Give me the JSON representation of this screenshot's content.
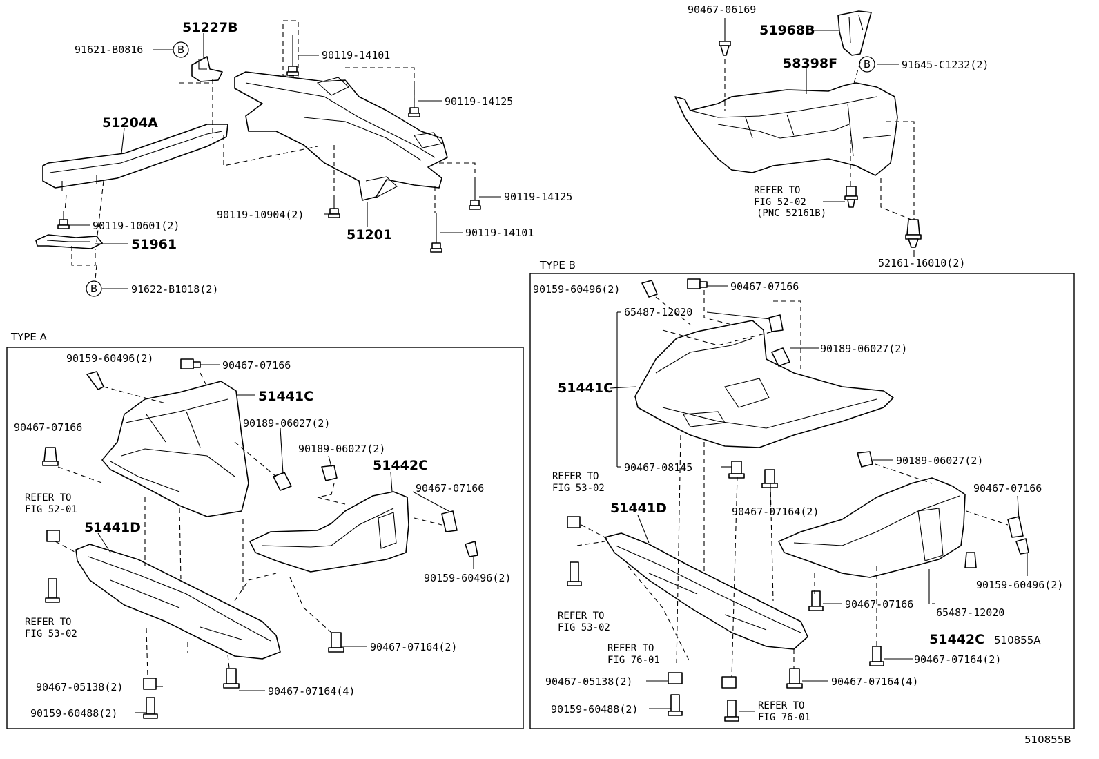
{
  "labels": {
    "p_51227B": "51227B",
    "p_91621_B0816": "91621-B0816",
    "p_90119_14101_a": "90119-14101",
    "p_90119_14125_a": "90119-14125",
    "p_51204A": "51204A",
    "p_90119_10904": "90119-10904(2)",
    "p_51201": "51201",
    "p_90119_14125_b": "90119-14125",
    "p_90119_10601": "90119-10601(2)",
    "p_90119_14101_b": "90119-14101",
    "p_51961": "51961",
    "p_91622_B1018": "91622-B1018(2)",
    "p_90467_06169": "90467-06169",
    "p_51968B": "51968B",
    "p_91645_C1232": "91645-C1232(2)",
    "p_58398F": "58398F",
    "p_52161_16010": "52161-16010(2)",
    "a_90159_60496_top": "90159-60496(2)",
    "a_90467_07166_top": "90467-07166",
    "a_51441C": "51441C",
    "a_90467_07166_left": "90467-07166",
    "a_90189_06027_a": "90189-06027(2)",
    "a_90189_06027_b": "90189-06027(2)",
    "a_51442C": "51442C",
    "a_90467_07166_right": "90467-07166",
    "a_51441D": "51441D",
    "a_90159_60496_right": "90159-60496(2)",
    "a_90467_07164_2": "90467-07164(2)",
    "a_90467_05138": "90467-05138(2)",
    "a_90467_07164_4": "90467-07164(4)",
    "a_90159_60488": "90159-60488(2)",
    "b_90159_60496_top": "90159-60496(2)",
    "b_90467_07166_top": "90467-07166",
    "b_65487_12020_top": "65487-12020",
    "b_90189_06027_top": "90189-06027(2)",
    "b_51441C": "51441C",
    "b_90467_08145": "90467-08145",
    "b_90189_06027_right": "90189-06027(2)",
    "b_90467_07166_right": "90467-07166",
    "b_90467_07164_2a": "90467-07164(2)",
    "b_51441D": "51441D",
    "b_90159_60496_right": "90159-60496(2)",
    "b_90467_07166_mid": "90467-07166",
    "b_65487_12020_bot": "65487-12020",
    "b_51442C": "51442C",
    "b_90467_07164_2b": "90467-07164(2)",
    "b_90467_05138": "90467-05138(2)",
    "b_90467_07164_4": "90467-07164(4)",
    "b_90159_60488": "90159-60488(2)"
  },
  "refer": {
    "fig52_02_l1": "REFER TO",
    "fig52_02_l2": "FIG 52-02",
    "fig52_02_l3": "(PNC 52161B)",
    "a_fig52_01_l1": "REFER TO",
    "a_fig52_01_l2": "FIG 52-01",
    "a_fig53_02_l1": "REFER TO",
    "a_fig53_02_l2": "FIG 53-02",
    "b_fig53_02a_l1": "REFER TO",
    "b_fig53_02a_l2": "FIG 53-02",
    "b_fig53_02b_l1": "REFER TO",
    "b_fig53_02b_l2": "FIG 53-02",
    "b_fig76_01a_l1": "REFER TO",
    "b_fig76_01a_l2": "FIG 76-01",
    "b_fig76_01b_l1": "REFER TO",
    "b_fig76_01b_l2": "FIG 76-01"
  },
  "captions": {
    "type_a": "TYPE A",
    "type_b": "TYPE B",
    "fig_id_b": "510855A",
    "fig_id_main": "510855B"
  },
  "markers": {
    "b": "B"
  }
}
